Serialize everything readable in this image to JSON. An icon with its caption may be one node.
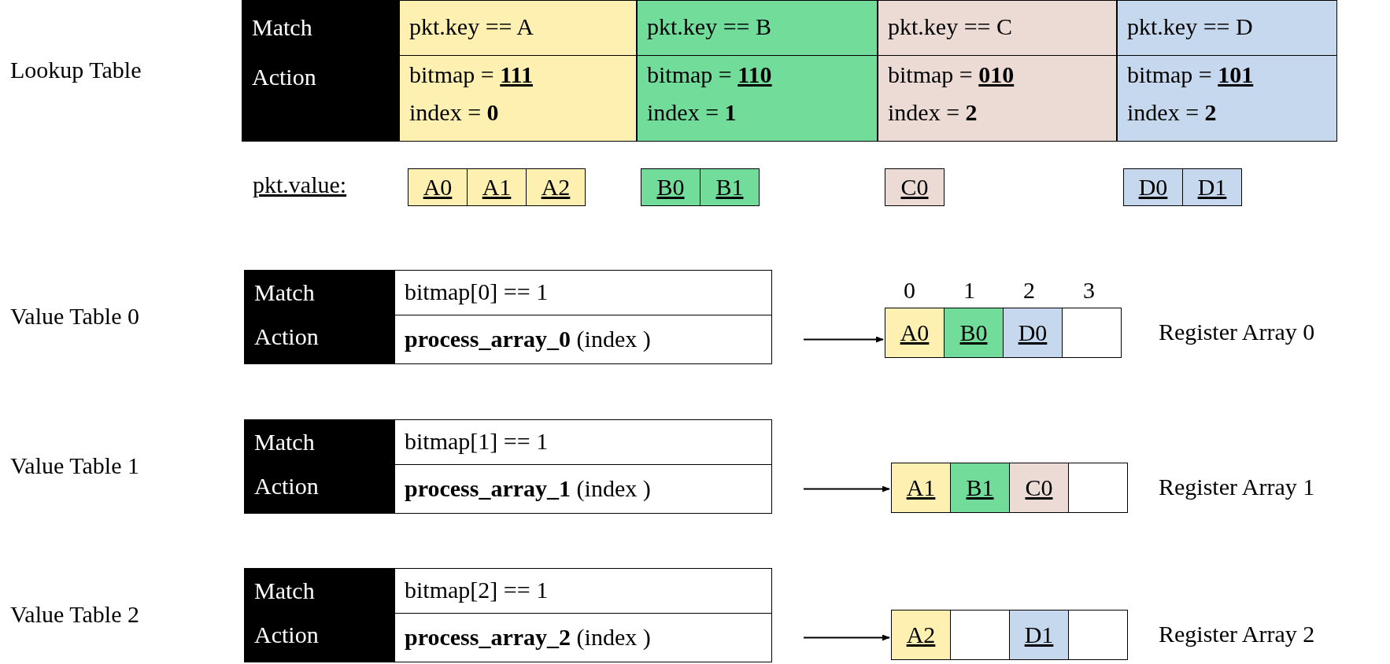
{
  "diagram": {
    "nodes": [
      {
        "text": [
          "Lookup Table"
        ]
      },
      {
        "text": [
          "Match",
          "Action"
        ],
        "in": 0
      },
      {
        "text": [
          "pkt.key == A",
          "bitmap = **111**",
          "index = **0**"
        ],
        "in": 0
      },
      {
        "text": [
          "pkt.key == B",
          "bitmap = **110**",
          "index = **1**"
        ],
        "in": 0
      },
      {
        "text": [
          "pkt.key == C",
          "bitmap = **010**",
          "index = **2**"
        ],
        "in": 0
      },
      {
        "text": [
          "pkt.key == D",
          "bitmap = **101**",
          "index = **2**"
        ],
        "in": 0
      },
      {
        "text": [
          "A0"
        ]
      },
      {
        "text": [
          "A1"
        ]
      },
      {
        "text": [
          "A2"
        ]
      },
      {
        "text": [
          "B0"
        ]
      },
      {
        "text": [
          "B1"
        ]
      },
      {
        "text": [
          "C0"
        ]
      },
      {
        "text": [
          "D0"
        ]
      },
      {
        "text": [
          "D1"
        ]
      },
      {
        "text": [
          "Value Table 0"
        ]
      },
      {
        "text": [
          "Match",
          "Action"
        ],
        "in": 14
      },
      {
        "text": [
          "bitmap[0] == 1"
        ],
        "in": 14
      },
      {
        "text": [
          "**process_array_0** (index )"
        ],
        "in": 14
      },
      {
        "text": [
          "Register Array 0"
        ]
      },
      {
        "text": [
          "A0"
        ],
        "in": 18
      },
      {
        "text": [
          "B0"
        ],
        "in": 18
      },
      {
        "text": [
          "D0"
        ],
        "in": 18
      },
      {
        "text": [],
        "shape": "box",
        "in": 18
      },
      {
        "text": [
          "Value Table 1"
        ]
      },
      {
        "text": [
          "Match",
          "Action"
        ],
        "in": 23
      },
      {
        "text": [
          "bitmap[1] == 1"
        ],
        "in": 23
      },
      {
        "text": [
          "**process_array_1** (index )"
        ],
        "in": 23
      },
      {
        "text": [
          "Register Array 1"
        ]
      },
      {
        "text": [
          "A1"
        ],
        "in": 27
      },
      {
        "text": [
          "B1"
        ],
        "in": 27
      },
      {
        "text": [
          "C0"
        ],
        "in": 27
      },
      {
        "text": [],
        "shape": "box",
        "in": 27
      },
      {
        "text": [
          "Value Table 2"
        ]
      },
      {
        "text": [
          "Match",
          "Action"
        ],
        "in": 32
      },
      {
        "text": [
          "bitmap[2] == 1"
        ],
        "in": 32
      },
      {
        "text": [
          "**process_array_2** (index )"
        ],
        "in": 32
      },
      {
        "text": [
          "Register Array 2"
        ]
      },
      {
        "text": [
          "A2"
        ],
        "in": 36
      },
      {
        "text": [],
        "shape": "box",
        "in": 36
      },
      {
        "text": [
          "D1"
        ],
        "in": 36
      },
      {
        "text": [],
        "shape": "box",
        "in": 36
      }
    ],
    "edges": [
      {
        "from": 17,
        "to": 18,
        "arrow": "to"
      },
      {
        "from": 26,
        "to": 27,
        "arrow": "to"
      },
      {
        "from": 35,
        "to": 36,
        "arrow": "to"
      }
    ],
    "labels": [
      "pkt.value:",
      "0",
      "1",
      "2",
      "3"
    ]
  }
}
